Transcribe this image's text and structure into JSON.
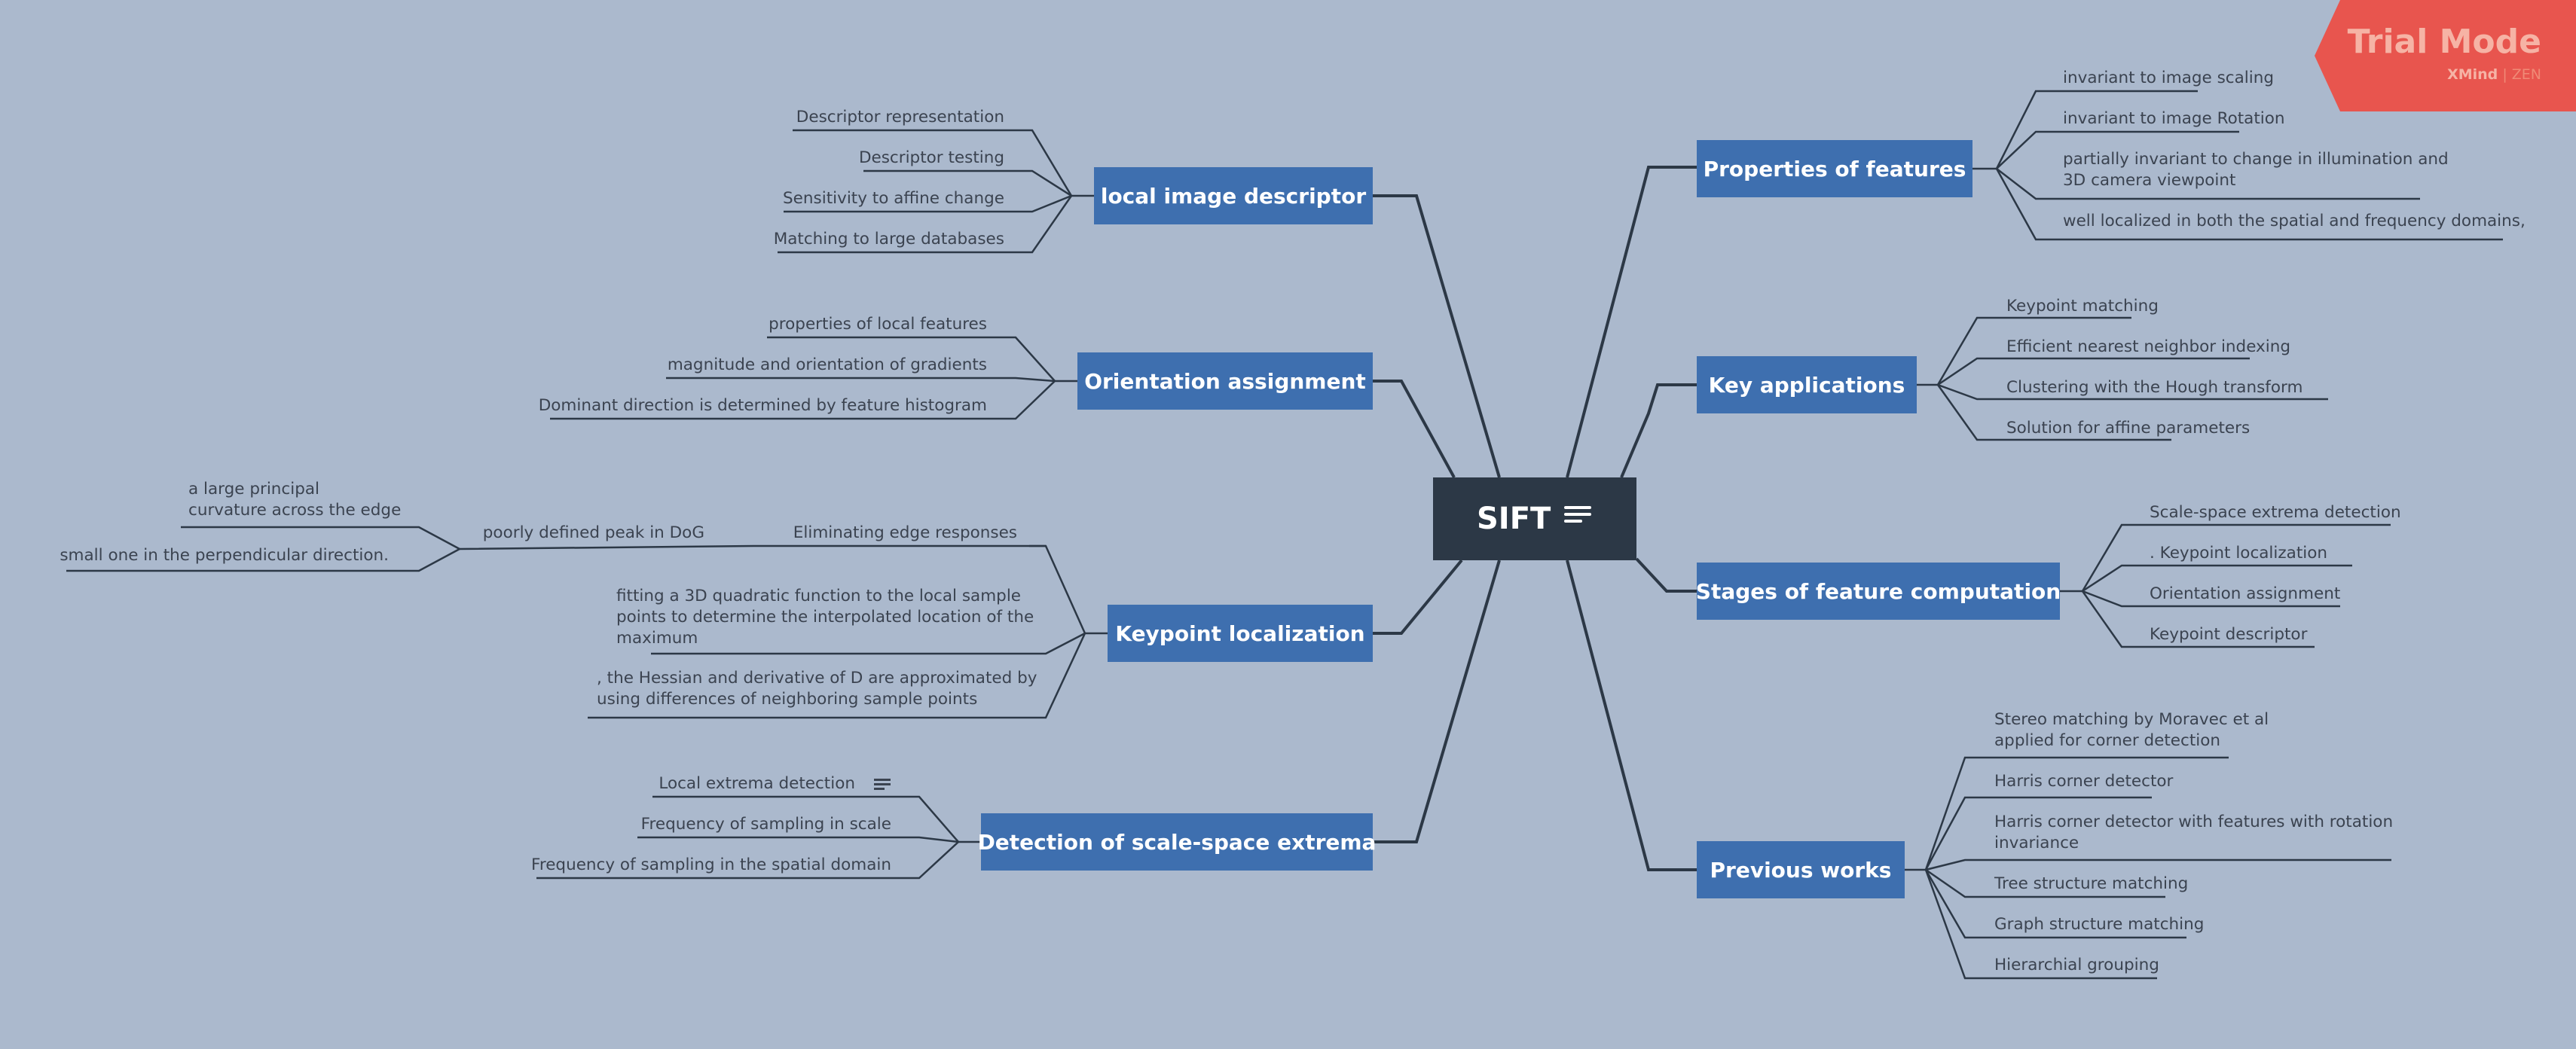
{
  "central": {
    "label": "SIFT"
  },
  "watermark": {
    "title": "Trial Mode",
    "brand": "XMind",
    "edition": "ZEN",
    "color": "#e8554e"
  },
  "colors": {
    "background": "#abb9cd",
    "central_fill": "#2c3846",
    "topic_fill": "#3e6faf",
    "line": "#2c3846"
  },
  "right_topics": [
    {
      "label": "Properties of features",
      "children": [
        "invariant to image scaling",
        "invariant to image Rotation",
        "partially invariant to change in illumination and\n3D camera viewpoint",
        "well localized in both the spatial and frequency domains,"
      ]
    },
    {
      "label": "Key applications",
      "children": [
        "Keypoint matching",
        "Efficient nearest neighbor indexing",
        "Clustering with the Hough transform",
        "Solution for affine parameters"
      ]
    },
    {
      "label": "Stages of feature computation",
      "children": [
        "Scale-space extrema detection",
        ". Keypoint localization",
        "Orientation assignment",
        "Keypoint descriptor"
      ]
    },
    {
      "label": "Previous works",
      "children": [
        "Stereo matching by Moravec et al\n applied for corner detection",
        "Harris corner detector",
        "Harris corner detector with features with rotation\ninvariance",
        "Tree structure matching",
        "Graph structure matching",
        "Hierarchial grouping"
      ]
    }
  ],
  "left_topics": [
    {
      "label": "local image descriptor",
      "children": [
        "Descriptor representation",
        "Descriptor testing",
        "Sensitivity to affine change",
        "Matching to large databases"
      ]
    },
    {
      "label": "Orientation assignment",
      "children": [
        "properties of local features",
        "magnitude and orientation of gradients",
        "Dominant direction is determined by feature histogram"
      ]
    },
    {
      "label": "Keypoint localization",
      "children": [
        {
          "label": "Eliminating edge responses",
          "children": [
            {
              "label": "poorly defined peak in DoG",
              "children": [
                "a large principal\ncurvature across the edge",
                "small one in the perpendicular direction."
              ]
            }
          ]
        },
        {
          "label": "fitting a 3D quadratic function to the local sample\npoints to determine the interpolated location of the\nmaximum"
        },
        {
          "label": ", the Hessian and derivative of D are approximated by\nusing differences of neighboring sample points"
        }
      ]
    },
    {
      "label": "Detection of scale-space extrema",
      "children": [
        "Local extrema detection",
        "Frequency of sampling in scale",
        "Frequency of sampling in the spatial domain"
      ]
    }
  ]
}
